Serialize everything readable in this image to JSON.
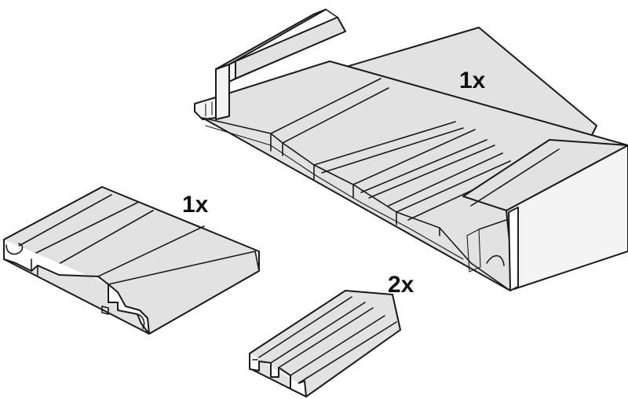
{
  "labels": {
    "large_profile_qty": "1x",
    "flat_profile_qty": "1x",
    "small_profile_qty": "2x"
  }
}
